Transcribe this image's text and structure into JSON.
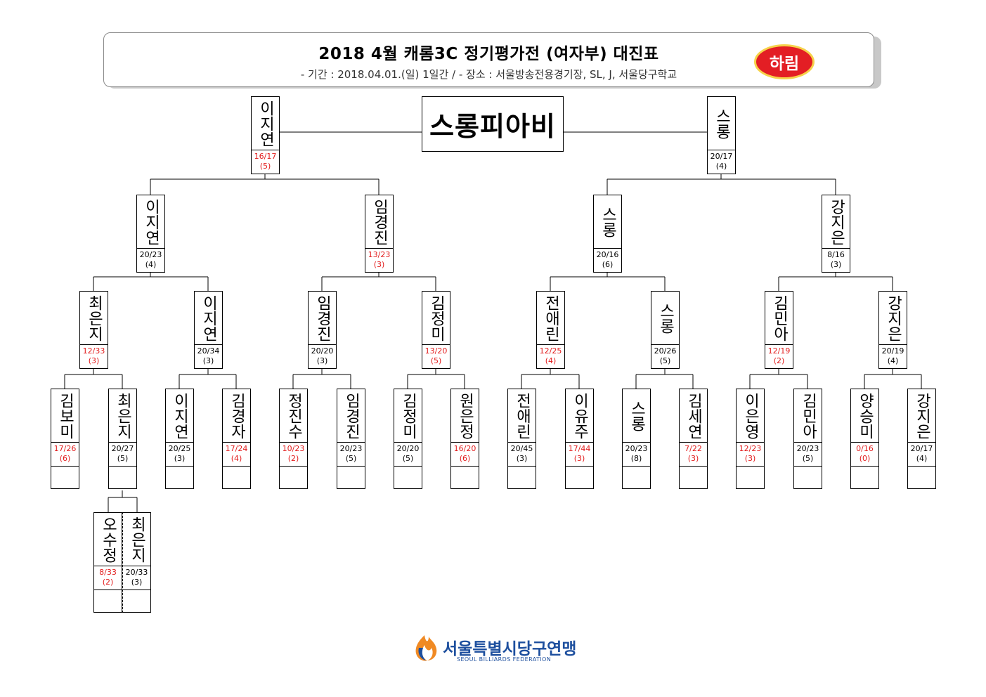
{
  "header": {
    "title": "2018 4월 캐롬3C 정기평가전 (여자부) 대진표",
    "subtitle": "- 기간 : 2018.04.01.(일) 1일간 / - 장소 : 서울방송전용경기장, SL, J, 서울당구학교",
    "sponsor_logo": "하림"
  },
  "champion": "스롱피아비",
  "players": {
    "final_left": {
      "name": "이지연",
      "score": "16/17",
      "innings": "(5)",
      "red": true
    },
    "final_right": {
      "name": "스롱",
      "score": "20/17",
      "innings": "(4)",
      "red": false
    },
    "sf1": {
      "name": "이지연",
      "score": "20/23",
      "innings": "(4)",
      "red": false
    },
    "sf2": {
      "name": "임경진",
      "score": "13/23",
      "innings": "(3)",
      "red": true
    },
    "sf3": {
      "name": "스롱",
      "score": "20/16",
      "innings": "(6)",
      "red": false
    },
    "sf4": {
      "name": "강지은",
      "score": "8/16",
      "innings": "(3)",
      "red": false
    },
    "qf1": {
      "name": "최은지",
      "score": "12/33",
      "innings": "(3)",
      "red": true
    },
    "qf2": {
      "name": "이지연",
      "score": "20/34",
      "innings": "(3)",
      "red": false
    },
    "qf3": {
      "name": "임경진",
      "score": "20/20",
      "innings": "(3)",
      "red": false
    },
    "qf4": {
      "name": "김정미",
      "score": "13/20",
      "innings": "(5)",
      "red": true
    },
    "qf5": {
      "name": "전애린",
      "score": "12/25",
      "innings": "(4)",
      "red": true
    },
    "qf6": {
      "name": "스롱",
      "score": "20/26",
      "innings": "(5)",
      "red": false
    },
    "qf7": {
      "name": "김민아",
      "score": "12/19",
      "innings": "(2)",
      "red": true
    },
    "qf8": {
      "name": "강지은",
      "score": "20/19",
      "innings": "(4)",
      "red": false
    },
    "r16_1": {
      "name": "김보미",
      "score": "17/26",
      "innings": "(6)",
      "red": true
    },
    "r16_2": {
      "name": "최은지",
      "score": "20/27",
      "innings": "(5)",
      "red": false
    },
    "r16_3": {
      "name": "이지연",
      "score": "20/25",
      "innings": "(3)",
      "red": false
    },
    "r16_4": {
      "name": "김경자",
      "score": "17/24",
      "innings": "(4)",
      "red": true
    },
    "r16_5": {
      "name": "정진수",
      "score": "10/23",
      "innings": "(2)",
      "red": true
    },
    "r16_6": {
      "name": "임경진",
      "score": "20/23",
      "innings": "(5)",
      "red": false
    },
    "r16_7": {
      "name": "김정미",
      "score": "20/20",
      "innings": "(5)",
      "red": false
    },
    "r16_8": {
      "name": "원은정",
      "score": "16/20",
      "innings": "(6)",
      "red": true
    },
    "r16_9": {
      "name": "전애린",
      "score": "20/45",
      "innings": "(3)",
      "red": false
    },
    "r16_10": {
      "name": "이유주",
      "score": "17/44",
      "innings": "(3)",
      "red": true
    },
    "r16_11": {
      "name": "스롱",
      "score": "20/23",
      "innings": "(8)",
      "red": false
    },
    "r16_12": {
      "name": "김세연",
      "score": "7/22",
      "innings": "(3)",
      "red": true
    },
    "r16_13": {
      "name": "이은영",
      "score": "12/23",
      "innings": "(3)",
      "red": true
    },
    "r16_14": {
      "name": "김민아",
      "score": "20/23",
      "innings": "(5)",
      "red": false
    },
    "r16_15": {
      "name": "양승미",
      "score": "0/16",
      "innings": "(0)",
      "red": true
    },
    "r16_16": {
      "name": "강지은",
      "score": "20/17",
      "innings": "(4)",
      "red": false
    },
    "pre_1": {
      "name": "오수정",
      "score": "8/33",
      "innings": "(2)",
      "red": true
    },
    "pre_2": {
      "name": "최은지",
      "score": "20/33",
      "innings": "(3)",
      "red": false
    }
  },
  "footer": {
    "federation_name": "서울특별시당구연맹",
    "federation_sub": "SEOUL BILLIARDS FEDERATION",
    "federation_icon": "flame-icon"
  },
  "colors": {
    "loss_score": "#e21b1b",
    "federation_blue": "#1d4f9e",
    "federation_orange": "#f08a24"
  }
}
